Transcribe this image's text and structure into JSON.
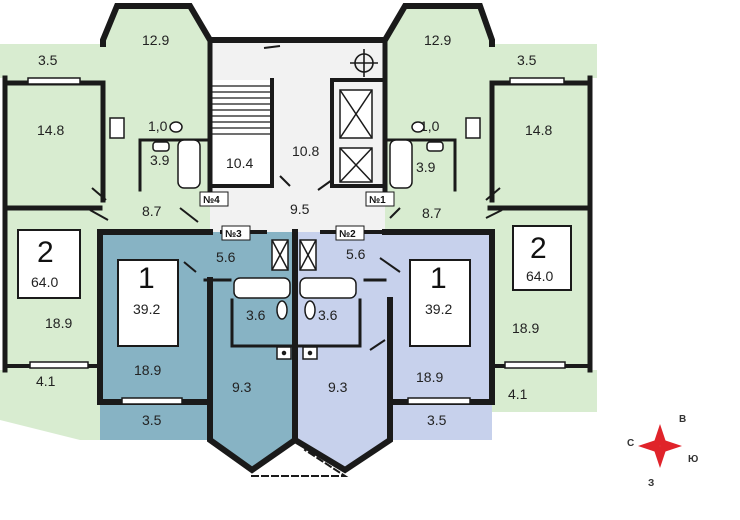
{
  "colors": {
    "green_room": "#d8ecd0",
    "blue_dark": "#87b3c4",
    "blue_light": "#c7d1ec",
    "wall": "#1a1a1a",
    "compass_red": "#e0232a"
  },
  "areas": {
    "tl_balcony": "3.5",
    "tl_bay": "12.9",
    "tl_room": "14.8",
    "tl_wc": "1,0",
    "tl_bath": "3.9",
    "kitchen_left": "10.4",
    "stair_hall": "10.8",
    "lobby": "9.5",
    "tr_bay": "12.9",
    "tr_balcony": "3.5",
    "tr_room": "14.8",
    "tr_wc": "1,0",
    "tr_bath": "3.9",
    "hall_left": "8.7",
    "hall_right": "8.7",
    "a3_hall": "5.6",
    "a2_hall": "5.6",
    "a4_room": "18.9",
    "a4_loggia": "4.1",
    "a3_room": "18.9",
    "a3_loggia": "3.5",
    "a3_bath": "3.6",
    "a3_kitchen": "9.3",
    "a2_bath": "3.6",
    "a2_kitchen": "9.3",
    "a2_room": "18.9",
    "a2_loggia": "3.5",
    "a1_room": "18.9",
    "a1_loggia": "4.1"
  },
  "apartments": {
    "a4": {
      "rooms": "2",
      "area": "64.0"
    },
    "a3": {
      "rooms": "1",
      "area": "39.2"
    },
    "a2": {
      "rooms": "1",
      "area": "39.2"
    },
    "a1": {
      "rooms": "2",
      "area": "64.0"
    }
  },
  "numbers": {
    "n4": "№4",
    "n3": "№3",
    "n2": "№2",
    "n1": "№1"
  },
  "compass": {
    "north": "С",
    "east": "В",
    "south": "Ю",
    "west": "З"
  }
}
